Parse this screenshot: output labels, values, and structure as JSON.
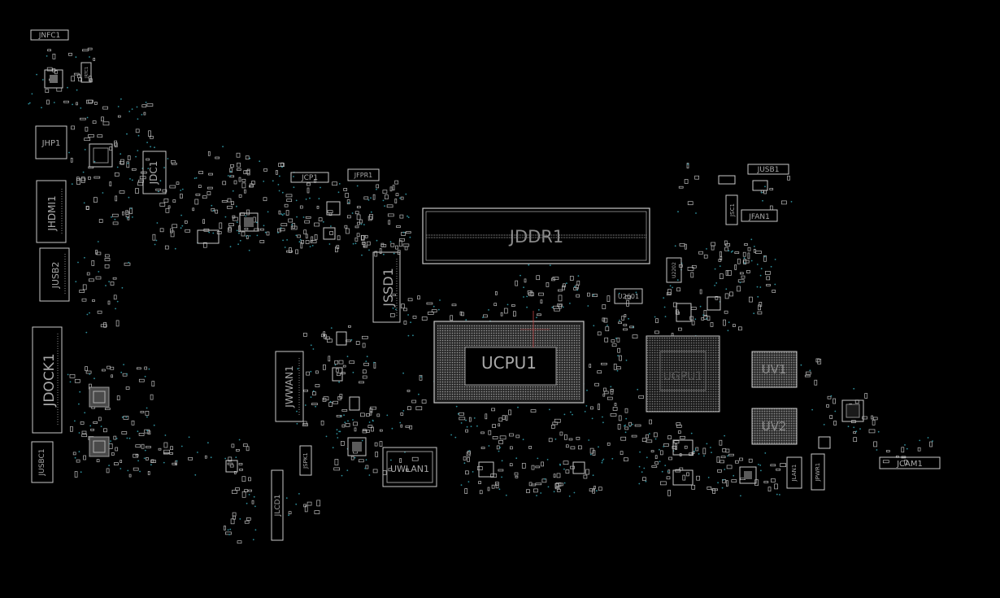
{
  "colors": {
    "background": "#000000",
    "outline": "#c8c8c8",
    "label": "#a8a8a8",
    "via": "#2e8f9c",
    "bga": "#8a8a8a",
    "highlight": "#d03030"
  },
  "connectors": {
    "jnfc1": "JNFC1",
    "jrtc1": "JRTC1",
    "jhp1": "JHP1",
    "jdc1": "JDC1",
    "jhdmi1": "JHDMI1",
    "jusb2": "JUSB2",
    "jdock1": "JDOCK1",
    "jusbc1": "JUSBC1",
    "jcp1": "JCP1",
    "jfpr1": "JFPR1",
    "jddr1": "JDDR1",
    "jssd1": "JSSD1",
    "jwwan1": "JWWAN1",
    "jspk1": "JSPK1",
    "jlcd1": "JLCD1",
    "jusb1": "JUSB1",
    "jsc1": "JSC1",
    "jfan1": "JFAN1",
    "jlan1": "JLAN1",
    "jpwr1": "JPWR1",
    "jcam1": "JCAM1"
  },
  "chips": {
    "ucpu1": "UCPU1",
    "ugpu1": "UGPU1",
    "uv1": "UV1",
    "uv2": "UV2",
    "uwlan1": "UWLAN1",
    "u2601": "U2601",
    "u2202": "U2202"
  }
}
